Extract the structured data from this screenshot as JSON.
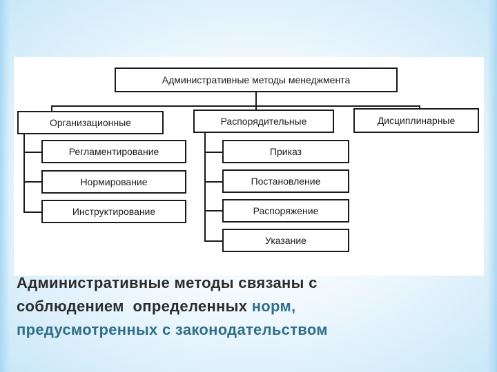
{
  "diagram": {
    "root": "Административные методы менеджмента",
    "categories": [
      {
        "label": "Организационные",
        "children": [
          "Регламентирование",
          "Нормирование",
          "Инструктирование"
        ]
      },
      {
        "label": "Распорядительные",
        "children": [
          "Приказ",
          "Постановление",
          "Распоряжение",
          "Указание"
        ]
      },
      {
        "label": "Дисциплинарные",
        "children": []
      }
    ]
  },
  "caption": {
    "line1": "Административные методы связаны с",
    "line2_start": "соблюдением  определенных ",
    "line2_highlight": "норм,",
    "line3": "предусмотренных с законодательством"
  },
  "colors": {
    "background": "#f2f9fe",
    "frame": "#a9d8f3",
    "lines": "#1a1a1a",
    "caption_text": "#2c2c2c",
    "caption_highlight": "#2f6f8a"
  }
}
